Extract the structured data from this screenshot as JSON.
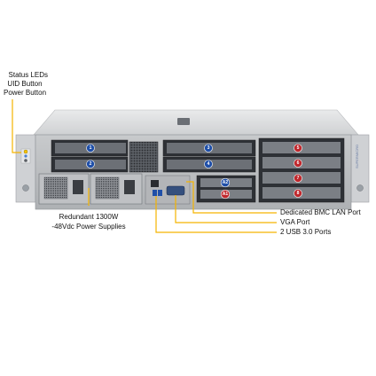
{
  "callouts": {
    "status_leds": "Status LEDs",
    "uid_button": "UID Button",
    "power_button": "Power Button",
    "power_supplies_line1": "Redundant 1300W",
    "power_supplies_line2": "-48Vdc Power Supplies",
    "bmc_lan_port": "Dedicated BMC LAN Port",
    "vga_port": "VGA Port",
    "usb_ports": "2 USB 3.0 Ports"
  },
  "slots": {
    "blue": [
      "1",
      "2",
      "3",
      "4"
    ],
    "red": [
      "5",
      "6",
      "7",
      "8"
    ],
    "aioms": [
      "A2",
      "A1"
    ]
  },
  "brand_text": "SUPERMICRO",
  "colors": {
    "callout_line": "#f5b400",
    "slot_blue": "#1f4fa8",
    "slot_red": "#c0282d",
    "chassis": "#d6d7d8",
    "chassis_dark": "#3a3d42"
  }
}
